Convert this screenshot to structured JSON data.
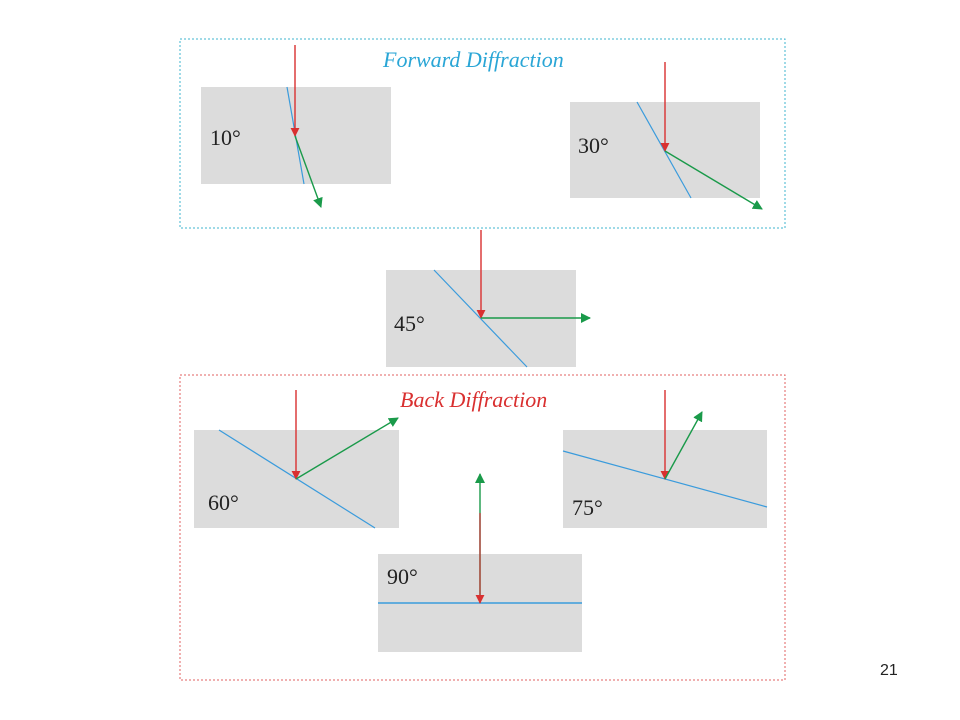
{
  "sections": {
    "forward": {
      "title": "Forward Diffraction"
    },
    "back": {
      "title": "Back Diffraction"
    }
  },
  "panels": [
    {
      "id": "p10",
      "angle_label": "10°"
    },
    {
      "id": "p30",
      "angle_label": "30°"
    },
    {
      "id": "p45",
      "angle_label": "45°"
    },
    {
      "id": "p60",
      "angle_label": "60°"
    },
    {
      "id": "p75",
      "angle_label": "75°"
    },
    {
      "id": "p90",
      "angle_label": "90°"
    }
  ],
  "colors": {
    "panel_fill": "#dcdcdc",
    "plane": "#3a9bdc",
    "incident": "#d93030",
    "diffracted": "#1a9a4a",
    "forward_title": "#2aa6d6",
    "back_title": "#d93030"
  },
  "slide_number": "21"
}
